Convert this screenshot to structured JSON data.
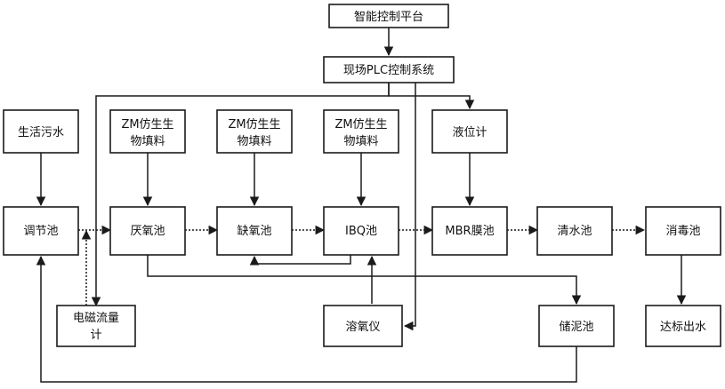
{
  "nodes": {
    "platform": "智能控制平台",
    "plc": "现场PLC控制系统",
    "sewage": "生活污水",
    "filler1_l1": "ZM仿生生",
    "filler1_l2": "物填料",
    "filler2_l1": "ZM仿生生",
    "filler2_l2": "物填料",
    "filler3_l1": "ZM仿生生",
    "filler3_l2": "物填料",
    "level_meter": "液位计",
    "regulating_tank": "调节池",
    "anaerobic_tank": "厌氧池",
    "anoxic_tank": "缺氧池",
    "ibq_tank": "IBQ池",
    "mbr_tank": "MBR膜池",
    "clear_tank": "清水池",
    "disinfection_tank": "消毒池",
    "flowmeter_l1": "电磁流量",
    "flowmeter_l2": "计",
    "do_meter": "溶氧仪",
    "sludge_tank": "储泥池",
    "outlet": "达标出水"
  }
}
